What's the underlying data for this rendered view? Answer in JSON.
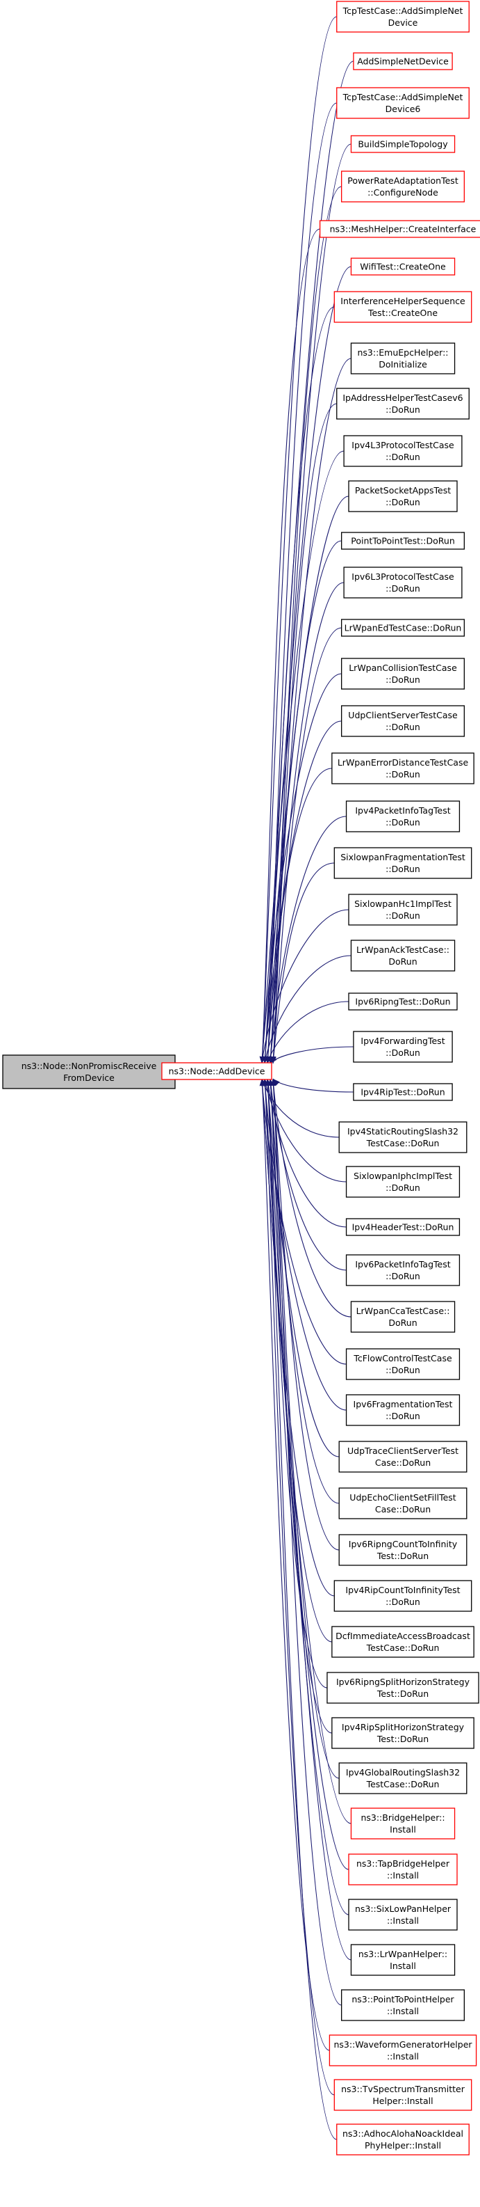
{
  "colors": {
    "edge": "#191970",
    "border_default": "#000000",
    "border_truncated": "#ff0000",
    "root_fill": "#bfbfbf",
    "node_fill": "#ffffff"
  },
  "root": {
    "lines": [
      "ns3::Node::NonPromiscReceive",
      "FromDevice"
    ]
  },
  "hub": {
    "lines": [
      "ns3::Node::AddDevice"
    ],
    "truncated": true
  },
  "callers": [
    {
      "lines": [
        "TcpTestCase::AddSimpleNet",
        "Device"
      ],
      "truncated": true
    },
    {
      "lines": [
        "AddSimpleNetDevice"
      ],
      "truncated": true
    },
    {
      "lines": [
        "TcpTestCase::AddSimpleNet",
        "Device6"
      ],
      "truncated": true
    },
    {
      "lines": [
        "BuildSimpleTopology"
      ],
      "truncated": true
    },
    {
      "lines": [
        "PowerRateAdaptationTest",
        "::ConfigureNode"
      ],
      "truncated": true
    },
    {
      "lines": [
        "ns3::MeshHelper::CreateInterface"
      ],
      "truncated": true
    },
    {
      "lines": [
        "WifiTest::CreateOne"
      ],
      "truncated": true
    },
    {
      "lines": [
        "InterferenceHelperSequence",
        "Test::CreateOne"
      ],
      "truncated": true
    },
    {
      "lines": [
        "ns3::EmuEpcHelper::",
        "DoInitialize"
      ],
      "truncated": false
    },
    {
      "lines": [
        "IpAddressHelperTestCasev6",
        "::DoRun"
      ],
      "truncated": false
    },
    {
      "lines": [
        "Ipv4L3ProtocolTestCase",
        "::DoRun"
      ],
      "truncated": false
    },
    {
      "lines": [
        "PacketSocketAppsTest",
        "::DoRun"
      ],
      "truncated": false
    },
    {
      "lines": [
        "PointToPointTest::DoRun"
      ],
      "truncated": false
    },
    {
      "lines": [
        "Ipv6L3ProtocolTestCase",
        "::DoRun"
      ],
      "truncated": false
    },
    {
      "lines": [
        "LrWpanEdTestCase::DoRun"
      ],
      "truncated": false
    },
    {
      "lines": [
        "LrWpanCollisionTestCase",
        "::DoRun"
      ],
      "truncated": false
    },
    {
      "lines": [
        "UdpClientServerTestCase",
        "::DoRun"
      ],
      "truncated": false
    },
    {
      "lines": [
        "LrWpanErrorDistanceTestCase",
        "::DoRun"
      ],
      "truncated": false
    },
    {
      "lines": [
        "Ipv4PacketInfoTagTest",
        "::DoRun"
      ],
      "truncated": false
    },
    {
      "lines": [
        "SixlowpanFragmentationTest",
        "::DoRun"
      ],
      "truncated": false
    },
    {
      "lines": [
        "SixlowpanHc1ImplTest",
        "::DoRun"
      ],
      "truncated": false
    },
    {
      "lines": [
        "LrWpanAckTestCase::",
        "DoRun"
      ],
      "truncated": false
    },
    {
      "lines": [
        "Ipv6RipngTest::DoRun"
      ],
      "truncated": false
    },
    {
      "lines": [
        "Ipv4ForwardingTest",
        "::DoRun"
      ],
      "truncated": false
    },
    {
      "lines": [
        "Ipv4RipTest::DoRun"
      ],
      "truncated": false
    },
    {
      "lines": [
        "Ipv4StaticRoutingSlash32",
        "TestCase::DoRun"
      ],
      "truncated": false
    },
    {
      "lines": [
        "SixlowpanIphcImplTest",
        "::DoRun"
      ],
      "truncated": false
    },
    {
      "lines": [
        "Ipv4HeaderTest::DoRun"
      ],
      "truncated": false
    },
    {
      "lines": [
        "Ipv6PacketInfoTagTest",
        "::DoRun"
      ],
      "truncated": false
    },
    {
      "lines": [
        "LrWpanCcaTestCase::",
        "DoRun"
      ],
      "truncated": false
    },
    {
      "lines": [
        "TcFlowControlTestCase",
        "::DoRun"
      ],
      "truncated": false
    },
    {
      "lines": [
        "Ipv6FragmentationTest",
        "::DoRun"
      ],
      "truncated": false
    },
    {
      "lines": [
        "UdpTraceClientServerTest",
        "Case::DoRun"
      ],
      "truncated": false
    },
    {
      "lines": [
        "UdpEchoClientSetFillTest",
        "Case::DoRun"
      ],
      "truncated": false
    },
    {
      "lines": [
        "Ipv6RipngCountToInfinity",
        "Test::DoRun"
      ],
      "truncated": false
    },
    {
      "lines": [
        "Ipv4RipCountToInfinityTest",
        "::DoRun"
      ],
      "truncated": false
    },
    {
      "lines": [
        "DcfImmediateAccessBroadcast",
        "TestCase::DoRun"
      ],
      "truncated": false
    },
    {
      "lines": [
        "Ipv6RipngSplitHorizonStrategy",
        "Test::DoRun"
      ],
      "truncated": false
    },
    {
      "lines": [
        "Ipv4RipSplitHorizonStrategy",
        "Test::DoRun"
      ],
      "truncated": false
    },
    {
      "lines": [
        "Ipv4GlobalRoutingSlash32",
        "TestCase::DoRun"
      ],
      "truncated": false
    },
    {
      "lines": [
        "ns3::BridgeHelper::",
        "Install"
      ],
      "truncated": true
    },
    {
      "lines": [
        "ns3::TapBridgeHelper",
        "::Install"
      ],
      "truncated": true
    },
    {
      "lines": [
        "ns3::SixLowPanHelper",
        "::Install"
      ],
      "truncated": false
    },
    {
      "lines": [
        "ns3::LrWpanHelper::",
        "Install"
      ],
      "truncated": false
    },
    {
      "lines": [
        "ns3::PointToPointHelper",
        "::Install"
      ],
      "truncated": false
    },
    {
      "lines": [
        "ns3::WaveformGeneratorHelper",
        "::Install"
      ],
      "truncated": true
    },
    {
      "lines": [
        "ns3::TvSpectrumTransmitter",
        "Helper::Install"
      ],
      "truncated": true
    },
    {
      "lines": [
        "ns3::AdhocAlohaNoackIdeal",
        "PhyHelper::Install"
      ],
      "truncated": true
    }
  ]
}
